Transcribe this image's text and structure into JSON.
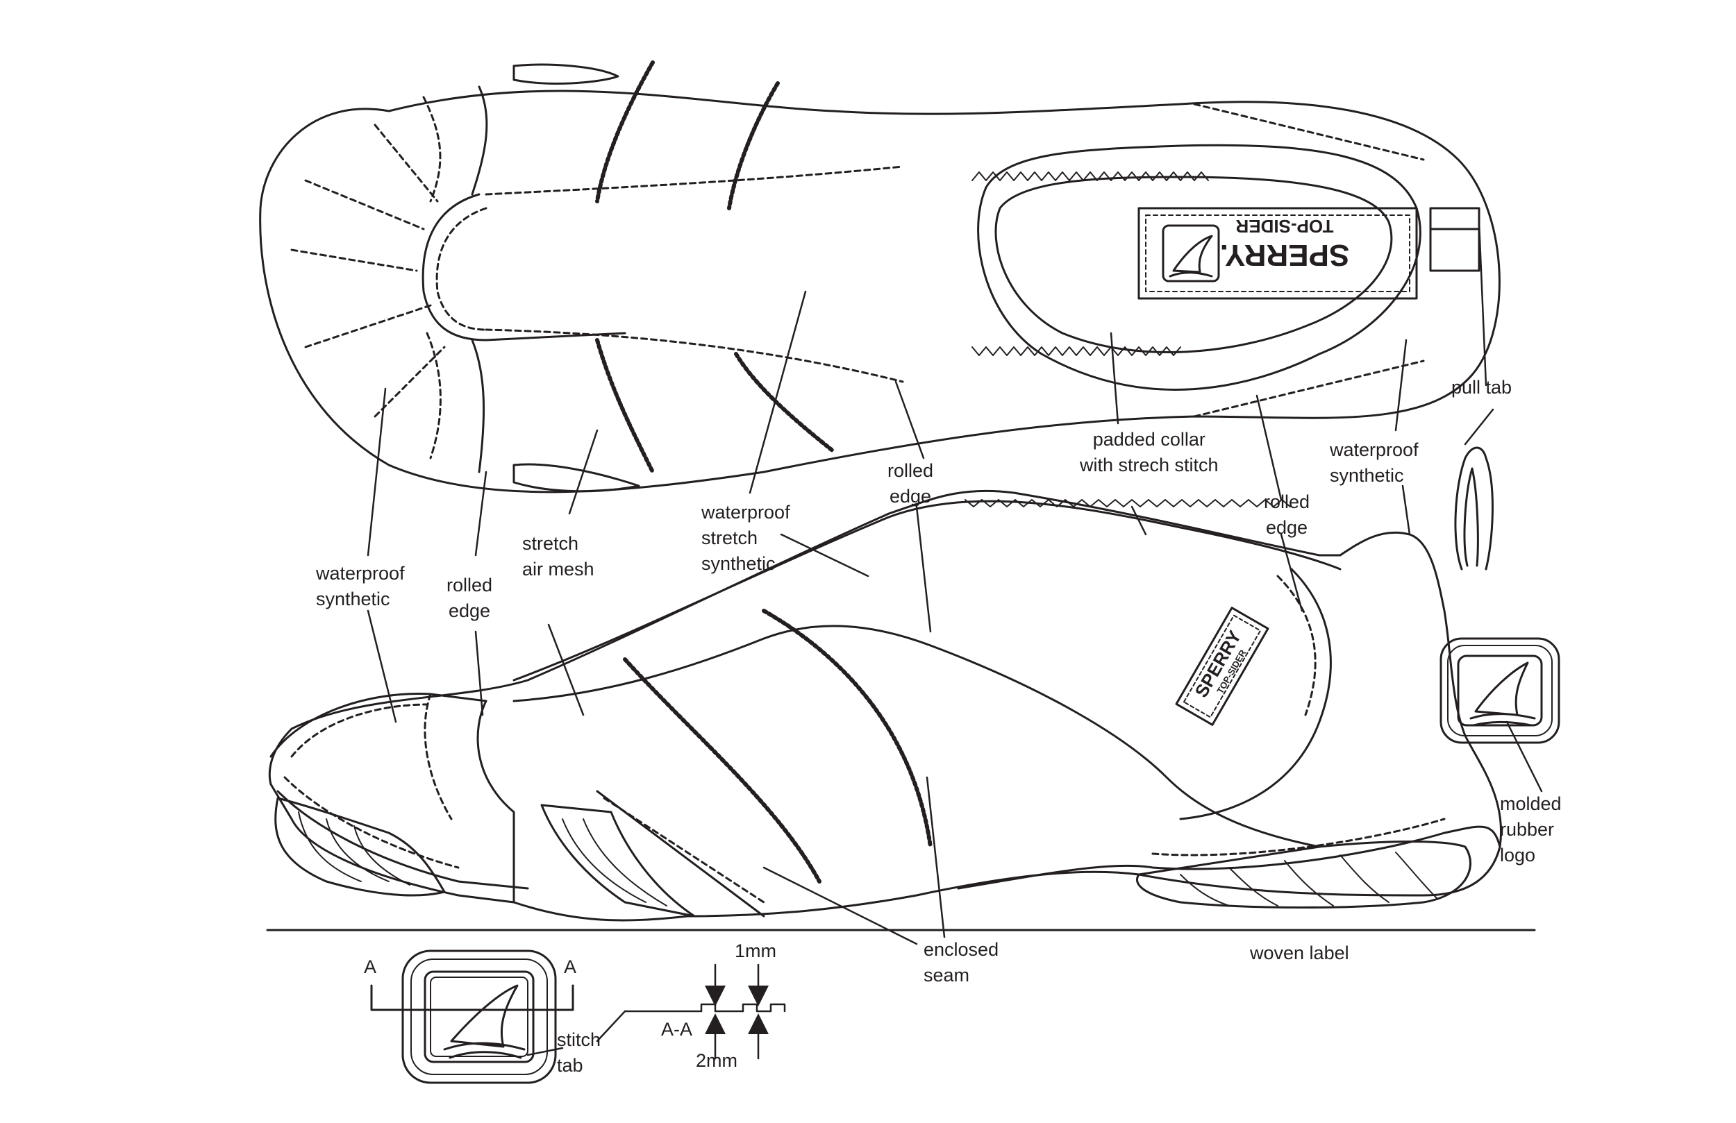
{
  "colors": {
    "ink": "#231f20",
    "background": "#ffffff"
  },
  "brand": {
    "name": "SPERRY.",
    "sub": "TOP-SIDER",
    "side_name": "SPERRY",
    "side_sub": "TOP-SIDER"
  },
  "callouts": {
    "pull_tab": [
      "pull tab"
    ],
    "padded_collar": [
      "padded collar",
      "with strech stitch"
    ],
    "rolled_edge_top": [
      "rolled",
      "edge"
    ],
    "rolled_edge_right": [
      "rolled",
      "edge"
    ],
    "waterproof_synthetic_right": [
      "waterproof",
      "synthetic"
    ],
    "waterproof_stretch_synthetic": [
      "waterproof",
      "stretch",
      "synthetic"
    ],
    "stretch_air_mesh": [
      "stretch",
      "air mesh"
    ],
    "rolled_edge_left": [
      "rolled",
      "edge"
    ],
    "waterproof_synthetic_left": [
      "waterproof",
      "synthetic"
    ],
    "molded_rubber_logo": [
      "molded",
      "rubber",
      "logo"
    ],
    "enclosed_seam": [
      "enclosed",
      "seam"
    ],
    "woven_label": [
      "woven label"
    ]
  },
  "detail": {
    "section_marker": "A",
    "section_label": "A-A",
    "dim_top": "1mm",
    "dim_bottom": "2mm",
    "stitch_tab": [
      "stitch",
      "tab"
    ]
  }
}
